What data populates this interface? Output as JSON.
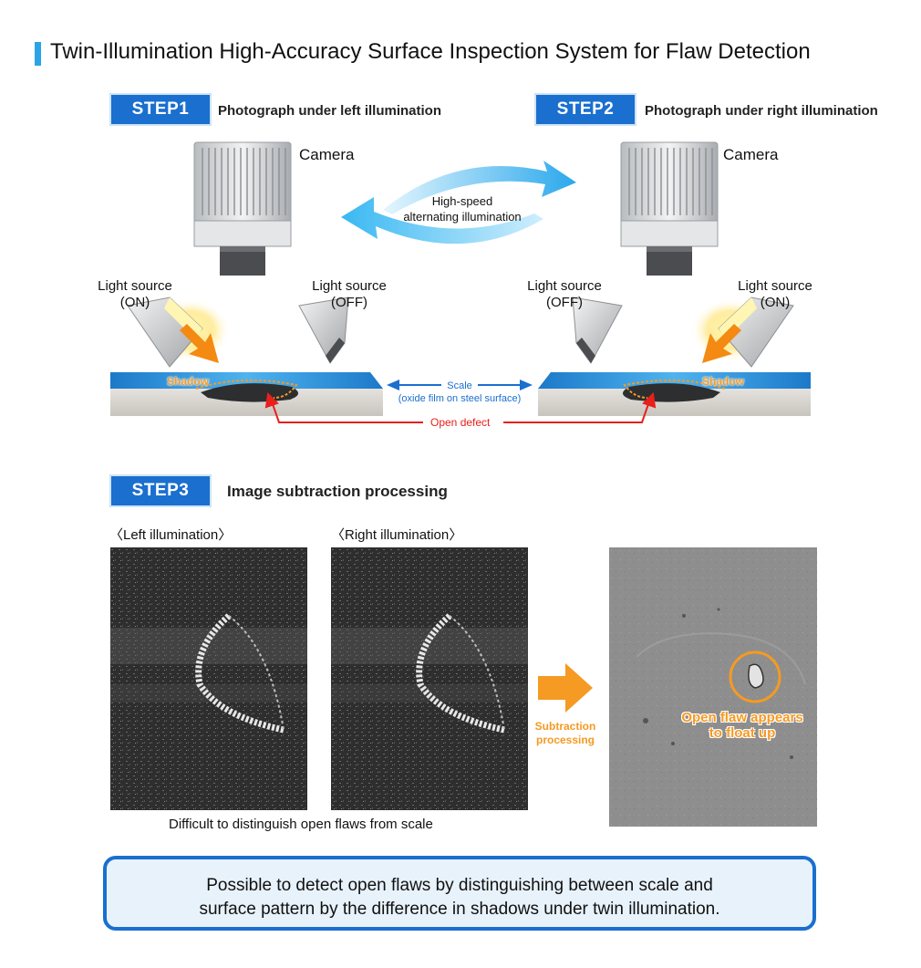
{
  "title": "Twin-Illumination High-Accuracy Surface Inspection System for Flaw Detection",
  "steps": [
    {
      "badge": "STEP1",
      "desc": "Photograph under left illumination"
    },
    {
      "badge": "STEP2",
      "desc": "Photograph under right illumination"
    },
    {
      "badge": "STEP3",
      "desc": "Image subtraction processing"
    }
  ],
  "camera_label": "Camera",
  "alternating": {
    "line1": "High-speed",
    "line2": "alternating illumination"
  },
  "light_sources": {
    "line1": "Light source",
    "on": "(ON)",
    "off": "(OFF)"
  },
  "shadow_label": "Shadow",
  "scale": {
    "line1": "Scale",
    "line2": "(oxide film on steel surface)"
  },
  "open_defect": "Open defect",
  "photos": {
    "left_caption": "〈Left illumination〉",
    "right_caption": "〈Right illumination〉",
    "bottom_caption": "Difficult to distinguish open flaws from scale",
    "subtraction": {
      "line1": "Subtraction",
      "line2": "processing"
    },
    "result": {
      "line1": "Open flaw appears",
      "line2": "to float up"
    }
  },
  "summary": {
    "line1": "Possible to detect open flaws by distinguishing between scale and",
    "line2": "surface pattern by the difference in shadows under twin illumination."
  },
  "colors": {
    "accent": "#1a6fcf",
    "title_bar": "#2ba3e6",
    "orange": "#f59a23",
    "red": "#e8201a"
  }
}
